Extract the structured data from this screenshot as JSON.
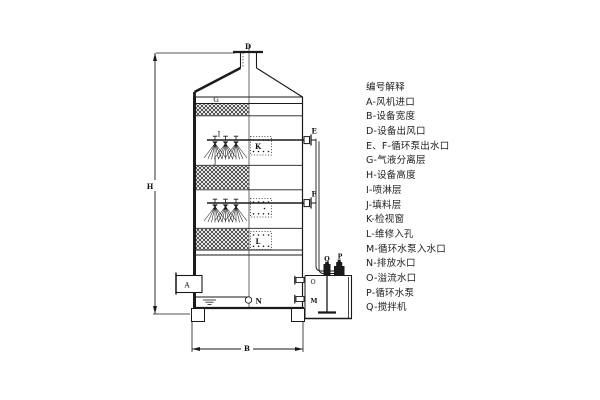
{
  "legend": {
    "title": "编号解释",
    "items": [
      "A-风机进口",
      "B-设备宽度",
      "D-设备出风口",
      "E、F-循环泵出水口",
      "G-气液分离层",
      "H-设备高度",
      "I-喷淋层",
      "J-填料层",
      "K-检视窗",
      "L-维修入孔",
      "M-循环水泵入水口",
      "N-排放水口",
      "O-溢流水口",
      "P-循环水泵",
      "Q-搅拌机"
    ]
  },
  "diagram": {
    "labels": {
      "A": "A",
      "B": "B",
      "D": "D",
      "E": "E",
      "F": "F",
      "G": "G",
      "H": "H",
      "I": "I",
      "J": "J",
      "K": "K",
      "L": "L",
      "M": "M",
      "N": "N",
      "O": "O",
      "P": "P",
      "Q": "Q"
    }
  },
  "colors": {
    "line": "#1a1a1a",
    "background": "#ffffff"
  }
}
